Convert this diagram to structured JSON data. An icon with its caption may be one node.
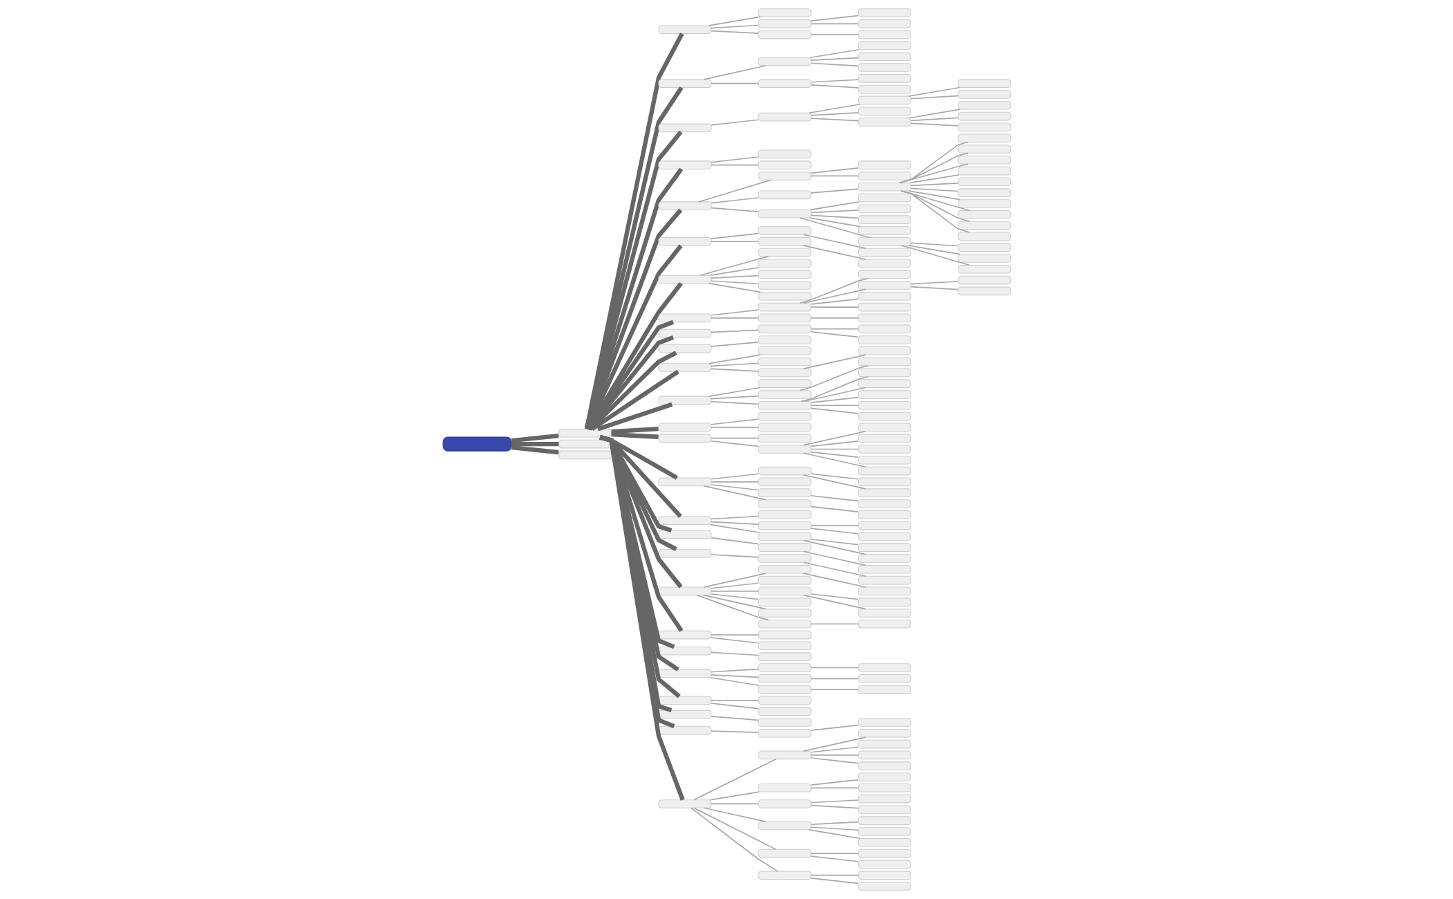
{
  "diagram": {
    "nodes": [
      {
        "text": [],
        "shape": "box"
      },
      {
        "text": [],
        "shape": "box"
      },
      {
        "text": [],
        "shape": "box"
      },
      {
        "text": [],
        "shape": "box"
      },
      {
        "text": [],
        "shape": "box"
      },
      {
        "text": [],
        "shape": "box"
      },
      {
        "text": [],
        "shape": "box"
      },
      {
        "text": [],
        "shape": "box"
      },
      {
        "text": [],
        "shape": "box"
      },
      {
        "text": [],
        "shape": "box"
      },
      {
        "text": [],
        "shape": "box"
      },
      {
        "text": [],
        "shape": "box"
      },
      {
        "text": [],
        "shape": "box"
      },
      {
        "text": [],
        "shape": "box"
      },
      {
        "text": [],
        "shape": "box"
      },
      {
        "text": [],
        "shape": "box"
      },
      {
        "text": [],
        "shape": "box"
      },
      {
        "text": [],
        "shape": "box"
      },
      {
        "text": [],
        "shape": "box"
      },
      {
        "text": [],
        "shape": "box"
      },
      {
        "text": [],
        "shape": "box"
      },
      {
        "text": [],
        "shape": "box"
      },
      {
        "text": [],
        "shape": "box"
      },
      {
        "text": [],
        "shape": "box"
      },
      {
        "text": [],
        "shape": "box"
      },
      {
        "text": [],
        "shape": "box"
      },
      {
        "text": [],
        "shape": "box"
      },
      {
        "text": [],
        "shape": "box"
      },
      {
        "text": [],
        "shape": "box"
      },
      {
        "text": [],
        "shape": "box"
      },
      {
        "text": [],
        "shape": "box"
      },
      {
        "text": [],
        "shape": "box"
      },
      {
        "text": [],
        "shape": "box"
      },
      {
        "text": [],
        "shape": "box"
      },
      {
        "text": [],
        "shape": "box"
      },
      {
        "text": [],
        "shape": "box"
      },
      {
        "text": [],
        "shape": "box"
      },
      {
        "text": [],
        "shape": "box"
      },
      {
        "text": [],
        "shape": "box"
      },
      {
        "text": [],
        "shape": "box"
      },
      {
        "text": [],
        "shape": "box"
      },
      {
        "text": [],
        "shape": "box"
      },
      {
        "text": [],
        "shape": "box"
      },
      {
        "text": [],
        "shape": "box"
      },
      {
        "text": [],
        "shape": "box"
      },
      {
        "text": [],
        "shape": "box"
      },
      {
        "text": [],
        "shape": "box"
      },
      {
        "text": [],
        "shape": "box"
      },
      {
        "text": [],
        "shape": "box"
      },
      {
        "text": [],
        "shape": "box"
      },
      {
        "text": [],
        "shape": "box"
      },
      {
        "text": [],
        "shape": "box"
      },
      {
        "text": [],
        "shape": "box"
      },
      {
        "text": [],
        "shape": "box"
      },
      {
        "text": [],
        "shape": "box"
      },
      {
        "text": [],
        "shape": "box"
      },
      {
        "text": [],
        "shape": "box"
      },
      {
        "text": [],
        "shape": "box"
      },
      {
        "text": [],
        "shape": "box"
      },
      {
        "text": [],
        "shape": "box"
      },
      {
        "text": [],
        "shape": "box"
      },
      {
        "text": [],
        "shape": "box"
      },
      {
        "text": [],
        "shape": "box"
      },
      {
        "text": [],
        "shape": "box"
      },
      {
        "text": [],
        "shape": "box"
      },
      {
        "text": [],
        "shape": "box"
      },
      {
        "text": [],
        "shape": "box"
      },
      {
        "text": [],
        "shape": "box"
      },
      {
        "text": [],
        "shape": "box"
      },
      {
        "text": [],
        "shape": "box"
      },
      {
        "text": [],
        "shape": "box"
      },
      {
        "text": [],
        "shape": "box"
      },
      {
        "text": [],
        "shape": "box"
      },
      {
        "text": [],
        "shape": "box"
      },
      {
        "text": [],
        "shape": "box"
      },
      {
        "text": [],
        "shape": "box"
      },
      {
        "text": [],
        "shape": "box"
      },
      {
        "text": [],
        "shape": "box"
      },
      {
        "text": [],
        "shape": "box"
      },
      {
        "text": [],
        "shape": "box"
      },
      {
        "text": [],
        "shape": "box"
      },
      {
        "text": [],
        "shape": "box"
      },
      {
        "text": [],
        "shape": "box"
      },
      {
        "text": [],
        "shape": "box"
      },
      {
        "text": [],
        "shape": "box"
      },
      {
        "text": [],
        "shape": "box"
      },
      {
        "text": [],
        "shape": "box"
      },
      {
        "text": [],
        "shape": "box"
      },
      {
        "text": [],
        "shape": "box"
      },
      {
        "text": [],
        "shape": "box"
      },
      {
        "text": [],
        "shape": "box"
      },
      {
        "text": [],
        "shape": "box"
      },
      {
        "text": [],
        "shape": "box"
      },
      {
        "text": [],
        "shape": "box"
      },
      {
        "text": [],
        "shape": "box"
      },
      {
        "text": [],
        "shape": "box"
      },
      {
        "text": [],
        "shape": "box"
      },
      {
        "text": [],
        "shape": "box"
      },
      {
        "text": [],
        "shape": "box"
      },
      {
        "text": [],
        "shape": "box"
      },
      {
        "text": [],
        "shape": "box"
      },
      {
        "text": [],
        "shape": "box"
      },
      {
        "text": [],
        "shape": "box"
      },
      {
        "text": [],
        "shape": "box"
      },
      {
        "text": [],
        "shape": "box"
      },
      {
        "text": [],
        "shape": "box"
      },
      {
        "text": [],
        "shape": "box"
      },
      {
        "text": [],
        "shape": "box"
      },
      {
        "text": [],
        "shape": "box"
      },
      {
        "text": [],
        "shape": "box"
      },
      {
        "text": [],
        "shape": "box"
      },
      {
        "text": [],
        "shape": "box"
      },
      {
        "text": [],
        "shape": "box"
      },
      {
        "text": [],
        "shape": "box"
      },
      {
        "text": [],
        "shape": "box"
      },
      {
        "text": [],
        "shape": "box"
      },
      {
        "text": [],
        "shape": "box"
      },
      {
        "text": [],
        "shape": "box"
      },
      {
        "text": [],
        "shape": "box"
      },
      {
        "text": [],
        "shape": "box"
      },
      {
        "text": [],
        "shape": "box"
      },
      {
        "text": [],
        "shape": "box"
      },
      {
        "text": [],
        "shape": "box"
      },
      {
        "text": [],
        "shape": "box"
      },
      {
        "text": [],
        "shape": "box"
      },
      {
        "text": [],
        "shape": "box"
      },
      {
        "text": [],
        "shape": "box"
      },
      {
        "text": [],
        "shape": "box"
      },
      {
        "text": [],
        "shape": "box"
      },
      {
        "text": [],
        "shape": "box"
      },
      {
        "text": [],
        "shape": "box"
      },
      {
        "text": [],
        "shape": "box"
      },
      {
        "text": [],
        "shape": "box"
      },
      {
        "text": [],
        "shape": "box"
      },
      {
        "text": [],
        "shape": "box"
      },
      {
        "text": [],
        "shape": "box"
      },
      {
        "text": [],
        "shape": "box"
      },
      {
        "text": [],
        "shape": "box"
      },
      {
        "text": [],
        "shape": "box"
      },
      {
        "text": [],
        "shape": "box"
      },
      {
        "text": [],
        "shape": "box"
      },
      {
        "text": [],
        "shape": "box"
      },
      {
        "text": [],
        "shape": "box"
      },
      {
        "text": [],
        "shape": "box"
      },
      {
        "text": [],
        "shape": "box"
      },
      {
        "text": [],
        "shape": "box"
      },
      {
        "text": [],
        "shape": "box"
      },
      {
        "text": [],
        "shape": "box"
      },
      {
        "text": [],
        "shape": "box"
      },
      {
        "text": [],
        "shape": "box"
      },
      {
        "text": [],
        "shape": "box"
      },
      {
        "text": [],
        "shape": "box"
      },
      {
        "text": [],
        "shape": "box"
      },
      {
        "text": [],
        "shape": "box"
      },
      {
        "text": [],
        "shape": "box"
      },
      {
        "text": [],
        "shape": "box"
      },
      {
        "text": [],
        "shape": "box"
      },
      {
        "text": [],
        "shape": "box"
      },
      {
        "text": [],
        "shape": "box"
      },
      {
        "text": [],
        "shape": "box"
      },
      {
        "text": [],
        "shape": "box"
      },
      {
        "text": [],
        "shape": "box"
      },
      {
        "text": [],
        "shape": "box"
      },
      {
        "text": [],
        "shape": "box"
      },
      {
        "text": [],
        "shape": "box"
      },
      {
        "text": [],
        "shape": "box"
      },
      {
        "text": [],
        "shape": "box"
      },
      {
        "text": [],
        "shape": "box"
      },
      {
        "text": [],
        "shape": "box"
      },
      {
        "text": [],
        "shape": "box"
      },
      {
        "text": [],
        "shape": "box"
      },
      {
        "text": [],
        "shape": "box"
      },
      {
        "text": [],
        "shape": "box"
      },
      {
        "text": [],
        "shape": "box"
      },
      {
        "text": [],
        "shape": "box"
      },
      {
        "text": [],
        "shape": "box"
      },
      {
        "text": [],
        "shape": "box"
      },
      {
        "text": [],
        "shape": "box"
      },
      {
        "text": [],
        "shape": "box"
      },
      {
        "text": [],
        "shape": "box"
      },
      {
        "text": [],
        "shape": "box"
      },
      {
        "text": [],
        "shape": "box"
      },
      {
        "text": [],
        "shape": "box"
      },
      {
        "text": [],
        "shape": "box"
      },
      {
        "text": [],
        "shape": "box"
      },
      {
        "text": [],
        "shape": "box"
      }
    ],
    "edges": [
      {
        "from": 0,
        "to": 1,
        "arrow": "none",
        "style": "thick",
        "color": "#666666"
      },
      {
        "from": 1,
        "to": 2,
        "arrow": "none",
        "style": "thick",
        "color": "#666666"
      },
      {
        "from": 2,
        "to": 3,
        "arrow": "none"
      },
      {
        "from": 2,
        "to": 4,
        "arrow": "none"
      },
      {
        "from": 4,
        "to": 5,
        "arrow": "none"
      },
      {
        "from": 4,
        "to": 6,
        "arrow": "none"
      },
      {
        "from": 2,
        "to": 7,
        "arrow": "none"
      },
      {
        "from": 7,
        "to": 8,
        "arrow": "none"
      },
      {
        "from": 1,
        "to": 9,
        "arrow": "none",
        "style": "thick",
        "color": "#666666"
      },
      {
        "from": 9,
        "to": 10,
        "arrow": "none"
      },
      {
        "from": 10,
        "to": 11,
        "arrow": "none"
      },
      {
        "from": 10,
        "to": 12,
        "arrow": "none"
      },
      {
        "from": 10,
        "to": 13,
        "arrow": "none"
      },
      {
        "from": 9,
        "to": 14,
        "arrow": "none"
      },
      {
        "from": 14,
        "to": 15,
        "arrow": "none"
      },
      {
        "from": 14,
        "to": 16,
        "arrow": "none"
      },
      {
        "from": 1,
        "to": 17,
        "arrow": "none",
        "style": "thick",
        "color": "#666666"
      },
      {
        "from": 17,
        "to": 18,
        "arrow": "none"
      },
      {
        "from": 18,
        "to": 19,
        "arrow": "none"
      },
      {
        "from": 19,
        "to": 20,
        "arrow": "none"
      },
      {
        "from": 19,
        "to": 21,
        "arrow": "none"
      },
      {
        "from": 18,
        "to": 22,
        "arrow": "none"
      },
      {
        "from": 18,
        "to": 23,
        "arrow": "none"
      },
      {
        "from": 23,
        "to": 24,
        "arrow": "none"
      },
      {
        "from": 23,
        "to": 25,
        "arrow": "none"
      },
      {
        "from": 23,
        "to": 26,
        "arrow": "none"
      },
      {
        "from": 1,
        "to": 27,
        "arrow": "none",
        "style": "thick",
        "color": "#666666"
      },
      {
        "from": 27,
        "to": 28,
        "arrow": "none"
      },
      {
        "from": 27,
        "to": 29,
        "arrow": "none"
      },
      {
        "from": 1,
        "to": 30,
        "arrow": "none",
        "style": "thick",
        "color": "#666666"
      },
      {
        "from": 30,
        "to": 31,
        "arrow": "none"
      },
      {
        "from": 31,
        "to": 32,
        "arrow": "none"
      },
      {
        "from": 31,
        "to": 33,
        "arrow": "none"
      },
      {
        "from": 30,
        "to": 34,
        "arrow": "none"
      },
      {
        "from": 34,
        "to": 35,
        "arrow": "none"
      },
      {
        "from": 35,
        "to": 36,
        "arrow": "none"
      },
      {
        "from": 35,
        "to": 37,
        "arrow": "none"
      },
      {
        "from": 35,
        "to": 38,
        "arrow": "none"
      },
      {
        "from": 35,
        "to": 39,
        "arrow": "none"
      },
      {
        "from": 35,
        "to": 40,
        "arrow": "none"
      },
      {
        "from": 35,
        "to": 41,
        "arrow": "none"
      },
      {
        "from": 35,
        "to": 42,
        "arrow": "none"
      },
      {
        "from": 35,
        "to": 43,
        "arrow": "none"
      },
      {
        "from": 35,
        "to": 44,
        "arrow": "none"
      },
      {
        "from": 35,
        "to": 45,
        "arrow": "none"
      },
      {
        "from": 30,
        "to": 46,
        "arrow": "none"
      },
      {
        "from": 46,
        "to": 47,
        "arrow": "none"
      },
      {
        "from": 46,
        "to": 48,
        "arrow": "none"
      },
      {
        "from": 46,
        "to": 49,
        "arrow": "none"
      },
      {
        "from": 46,
        "to": 50,
        "arrow": "none"
      },
      {
        "from": 46,
        "to": 51,
        "arrow": "none"
      },
      {
        "from": 51,
        "to": 52,
        "arrow": "none"
      },
      {
        "from": 51,
        "to": 53,
        "arrow": "none"
      },
      {
        "from": 51,
        "to": 54,
        "arrow": "none"
      },
      {
        "from": 1,
        "to": 55,
        "arrow": "none",
        "style": "thick",
        "color": "#666666"
      },
      {
        "from": 55,
        "to": 56,
        "arrow": "none"
      },
      {
        "from": 56,
        "to": 57,
        "arrow": "none"
      },
      {
        "from": 55,
        "to": 58,
        "arrow": "none"
      },
      {
        "from": 58,
        "to": 59,
        "arrow": "none"
      },
      {
        "from": 1,
        "to": 60,
        "arrow": "none",
        "style": "thick",
        "color": "#666666"
      },
      {
        "from": 60,
        "to": 61,
        "arrow": "none"
      },
      {
        "from": 60,
        "to": 62,
        "arrow": "none"
      },
      {
        "from": 60,
        "to": 63,
        "arrow": "none"
      },
      {
        "from": 60,
        "to": 64,
        "arrow": "none"
      },
      {
        "from": 60,
        "to": 65,
        "arrow": "none"
      },
      {
        "from": 1,
        "to": 66,
        "arrow": "none",
        "style": "thick",
        "color": "#666666"
      },
      {
        "from": 66,
        "to": 67,
        "arrow": "none"
      },
      {
        "from": 67,
        "to": 68,
        "arrow": "none"
      },
      {
        "from": 67,
        "to": 69,
        "arrow": "none"
      },
      {
        "from": 69,
        "to": 70,
        "arrow": "none"
      },
      {
        "from": 69,
        "to": 71,
        "arrow": "none"
      },
      {
        "from": 67,
        "to": 72,
        "arrow": "none"
      },
      {
        "from": 67,
        "to": 73,
        "arrow": "none"
      },
      {
        "from": 66,
        "to": 74,
        "arrow": "none"
      },
      {
        "from": 74,
        "to": 75,
        "arrow": "none"
      },
      {
        "from": 1,
        "to": 76,
        "arrow": "none",
        "style": "thick",
        "color": "#666666"
      },
      {
        "from": 76,
        "to": 77,
        "arrow": "none"
      },
      {
        "from": 77,
        "to": 78,
        "arrow": "none"
      },
      {
        "from": 77,
        "to": 79,
        "arrow": "none"
      },
      {
        "from": 1,
        "to": 80,
        "arrow": "none",
        "style": "thick",
        "color": "#666666"
      },
      {
        "from": 80,
        "to": 81,
        "arrow": "none"
      },
      {
        "from": 1,
        "to": 82,
        "arrow": "none",
        "style": "thick",
        "color": "#666666"
      },
      {
        "from": 82,
        "to": 83,
        "arrow": "none"
      },
      {
        "from": 82,
        "to": 84,
        "arrow": "none"
      },
      {
        "from": 82,
        "to": 85,
        "arrow": "none"
      },
      {
        "from": 85,
        "to": 86,
        "arrow": "none"
      },
      {
        "from": 1,
        "to": 87,
        "arrow": "none",
        "style": "thick",
        "color": "#666666"
      },
      {
        "from": 87,
        "to": 88,
        "arrow": "none"
      },
      {
        "from": 87,
        "to": 89,
        "arrow": "none"
      },
      {
        "from": 89,
        "to": 90,
        "arrow": "none"
      },
      {
        "from": 87,
        "to": 91,
        "arrow": "none"
      },
      {
        "from": 91,
        "to": 92,
        "arrow": "none"
      },
      {
        "from": 91,
        "to": 93,
        "arrow": "none"
      },
      {
        "from": 91,
        "to": 94,
        "arrow": "none"
      },
      {
        "from": 91,
        "to": 95,
        "arrow": "none"
      },
      {
        "from": 91,
        "to": 96,
        "arrow": "none"
      },
      {
        "from": 1,
        "to": 97,
        "arrow": "none",
        "style": "thick",
        "color": "#666666"
      },
      {
        "from": 97,
        "to": 98,
        "arrow": "none"
      },
      {
        "from": 97,
        "to": 99,
        "arrow": "none"
      },
      {
        "from": 1,
        "to": 100,
        "arrow": "none",
        "style": "thick",
        "color": "#666666"
      },
      {
        "from": 100,
        "to": 101,
        "arrow": "none"
      },
      {
        "from": 100,
        "to": 102,
        "arrow": "none"
      },
      {
        "from": 102,
        "to": 103,
        "arrow": "none"
      },
      {
        "from": 102,
        "to": 104,
        "arrow": "none"
      },
      {
        "from": 102,
        "to": 105,
        "arrow": "none"
      },
      {
        "from": 102,
        "to": 106,
        "arrow": "none"
      },
      {
        "from": 102,
        "to": 107,
        "arrow": "none"
      },
      {
        "from": 1,
        "to": 108,
        "arrow": "none",
        "style": "thick",
        "color": "#666666"
      },
      {
        "from": 108,
        "to": 109,
        "arrow": "none"
      },
      {
        "from": 109,
        "to": 110,
        "arrow": "none"
      },
      {
        "from": 109,
        "to": 111,
        "arrow": "none"
      },
      {
        "from": 108,
        "to": 112,
        "arrow": "none"
      },
      {
        "from": 108,
        "to": 113,
        "arrow": "none"
      },
      {
        "from": 113,
        "to": 114,
        "arrow": "none"
      },
      {
        "from": 108,
        "to": 115,
        "arrow": "none"
      },
      {
        "from": 115,
        "to": 116,
        "arrow": "none"
      },
      {
        "from": 1,
        "to": 117,
        "arrow": "none",
        "style": "thick",
        "color": "#666666"
      },
      {
        "from": 117,
        "to": 118,
        "arrow": "none"
      },
      {
        "from": 117,
        "to": 119,
        "arrow": "none"
      },
      {
        "from": 119,
        "to": 120,
        "arrow": "none"
      },
      {
        "from": 119,
        "to": 121,
        "arrow": "none"
      },
      {
        "from": 117,
        "to": 122,
        "arrow": "none"
      },
      {
        "from": 122,
        "to": 123,
        "arrow": "none"
      },
      {
        "from": 122,
        "to": 124,
        "arrow": "none"
      },
      {
        "from": 1,
        "to": 125,
        "arrow": "none",
        "style": "thick",
        "color": "#666666"
      },
      {
        "from": 125,
        "to": 126,
        "arrow": "none"
      },
      {
        "from": 126,
        "to": 127,
        "arrow": "none"
      },
      {
        "from": 1,
        "to": 128,
        "arrow": "none",
        "style": "thick",
        "color": "#666666"
      },
      {
        "from": 128,
        "to": 129,
        "arrow": "none"
      },
      {
        "from": 129,
        "to": 130,
        "arrow": "none"
      },
      {
        "from": 1,
        "to": 131,
        "arrow": "none",
        "style": "thick",
        "color": "#666666"
      },
      {
        "from": 131,
        "to": 132,
        "arrow": "none"
      },
      {
        "from": 132,
        "to": 133,
        "arrow": "none"
      },
      {
        "from": 131,
        "to": 134,
        "arrow": "none"
      },
      {
        "from": 131,
        "to": 135,
        "arrow": "none"
      },
      {
        "from": 135,
        "to": 136,
        "arrow": "none"
      },
      {
        "from": 135,
        "to": 137,
        "arrow": "none"
      },
      {
        "from": 131,
        "to": 138,
        "arrow": "none"
      },
      {
        "from": 131,
        "to": 139,
        "arrow": "none"
      },
      {
        "from": 131,
        "to": 140,
        "arrow": "none"
      },
      {
        "from": 140,
        "to": 141,
        "arrow": "none"
      },
      {
        "from": 1,
        "to": 142,
        "arrow": "none",
        "style": "thick",
        "color": "#666666"
      },
      {
        "from": 142,
        "to": 143,
        "arrow": "none"
      },
      {
        "from": 142,
        "to": 144,
        "arrow": "none"
      },
      {
        "from": 1,
        "to": 145,
        "arrow": "none",
        "style": "thick",
        "color": "#666666"
      },
      {
        "from": 145,
        "to": 146,
        "arrow": "none"
      },
      {
        "from": 1,
        "to": 147,
        "arrow": "none",
        "style": "thick",
        "color": "#666666"
      },
      {
        "from": 147,
        "to": 148,
        "arrow": "none"
      },
      {
        "from": 148,
        "to": 149,
        "arrow": "none"
      },
      {
        "from": 147,
        "to": 150,
        "arrow": "none"
      },
      {
        "from": 150,
        "to": 151,
        "arrow": "none"
      },
      {
        "from": 147,
        "to": 152,
        "arrow": "none"
      },
      {
        "from": 152,
        "to": 153,
        "arrow": "none"
      },
      {
        "from": 1,
        "to": 154,
        "arrow": "none",
        "style": "thick",
        "color": "#666666"
      },
      {
        "from": 154,
        "to": 155,
        "arrow": "none"
      },
      {
        "from": 154,
        "to": 156,
        "arrow": "none"
      },
      {
        "from": 1,
        "to": 157,
        "arrow": "none",
        "style": "thick",
        "color": "#666666"
      },
      {
        "from": 157,
        "to": 158,
        "arrow": "none"
      },
      {
        "from": 1,
        "to": 159,
        "arrow": "none",
        "style": "thick",
        "color": "#666666"
      },
      {
        "from": 159,
        "to": 160,
        "arrow": "none"
      },
      {
        "from": 160,
        "to": 161,
        "arrow": "none"
      },
      {
        "from": 1,
        "to": 162,
        "arrow": "none",
        "style": "thick",
        "color": "#666666"
      },
      {
        "from": 162,
        "to": 163,
        "arrow": "none"
      },
      {
        "from": 163,
        "to": 164,
        "arrow": "none"
      },
      {
        "from": 163,
        "to": 165,
        "arrow": "none"
      },
      {
        "from": 163,
        "to": 166,
        "arrow": "none"
      },
      {
        "from": 163,
        "to": 167,
        "arrow": "none"
      },
      {
        "from": 162,
        "to": 168,
        "arrow": "none"
      },
      {
        "from": 168,
        "to": 169,
        "arrow": "none"
      },
      {
        "from": 168,
        "to": 170,
        "arrow": "none"
      },
      {
        "from": 162,
        "to": 171,
        "arrow": "none"
      },
      {
        "from": 171,
        "to": 172,
        "arrow": "none"
      },
      {
        "from": 171,
        "to": 173,
        "arrow": "none"
      },
      {
        "from": 162,
        "to": 174,
        "arrow": "none"
      },
      {
        "from": 174,
        "to": 175,
        "arrow": "none"
      },
      {
        "from": 174,
        "to": 176,
        "arrow": "none"
      },
      {
        "from": 174,
        "to": 177,
        "arrow": "none"
      },
      {
        "from": 162,
        "to": 178,
        "arrow": "none"
      },
      {
        "from": 178,
        "to": 179,
        "arrow": "none"
      },
      {
        "from": 178,
        "to": 180,
        "arrow": "none"
      },
      {
        "from": 162,
        "to": 181,
        "arrow": "none"
      },
      {
        "from": 181,
        "to": 182,
        "arrow": "none"
      },
      {
        "from": 181,
        "to": 183,
        "arrow": "none"
      },
      {
        "from": 0,
        "to": 184,
        "arrow": "none",
        "style": "thick",
        "color": "#666666"
      },
      {
        "from": 0,
        "to": 185,
        "arrow": "none",
        "style": "thick",
        "color": "#666666"
      }
    ]
  }
}
